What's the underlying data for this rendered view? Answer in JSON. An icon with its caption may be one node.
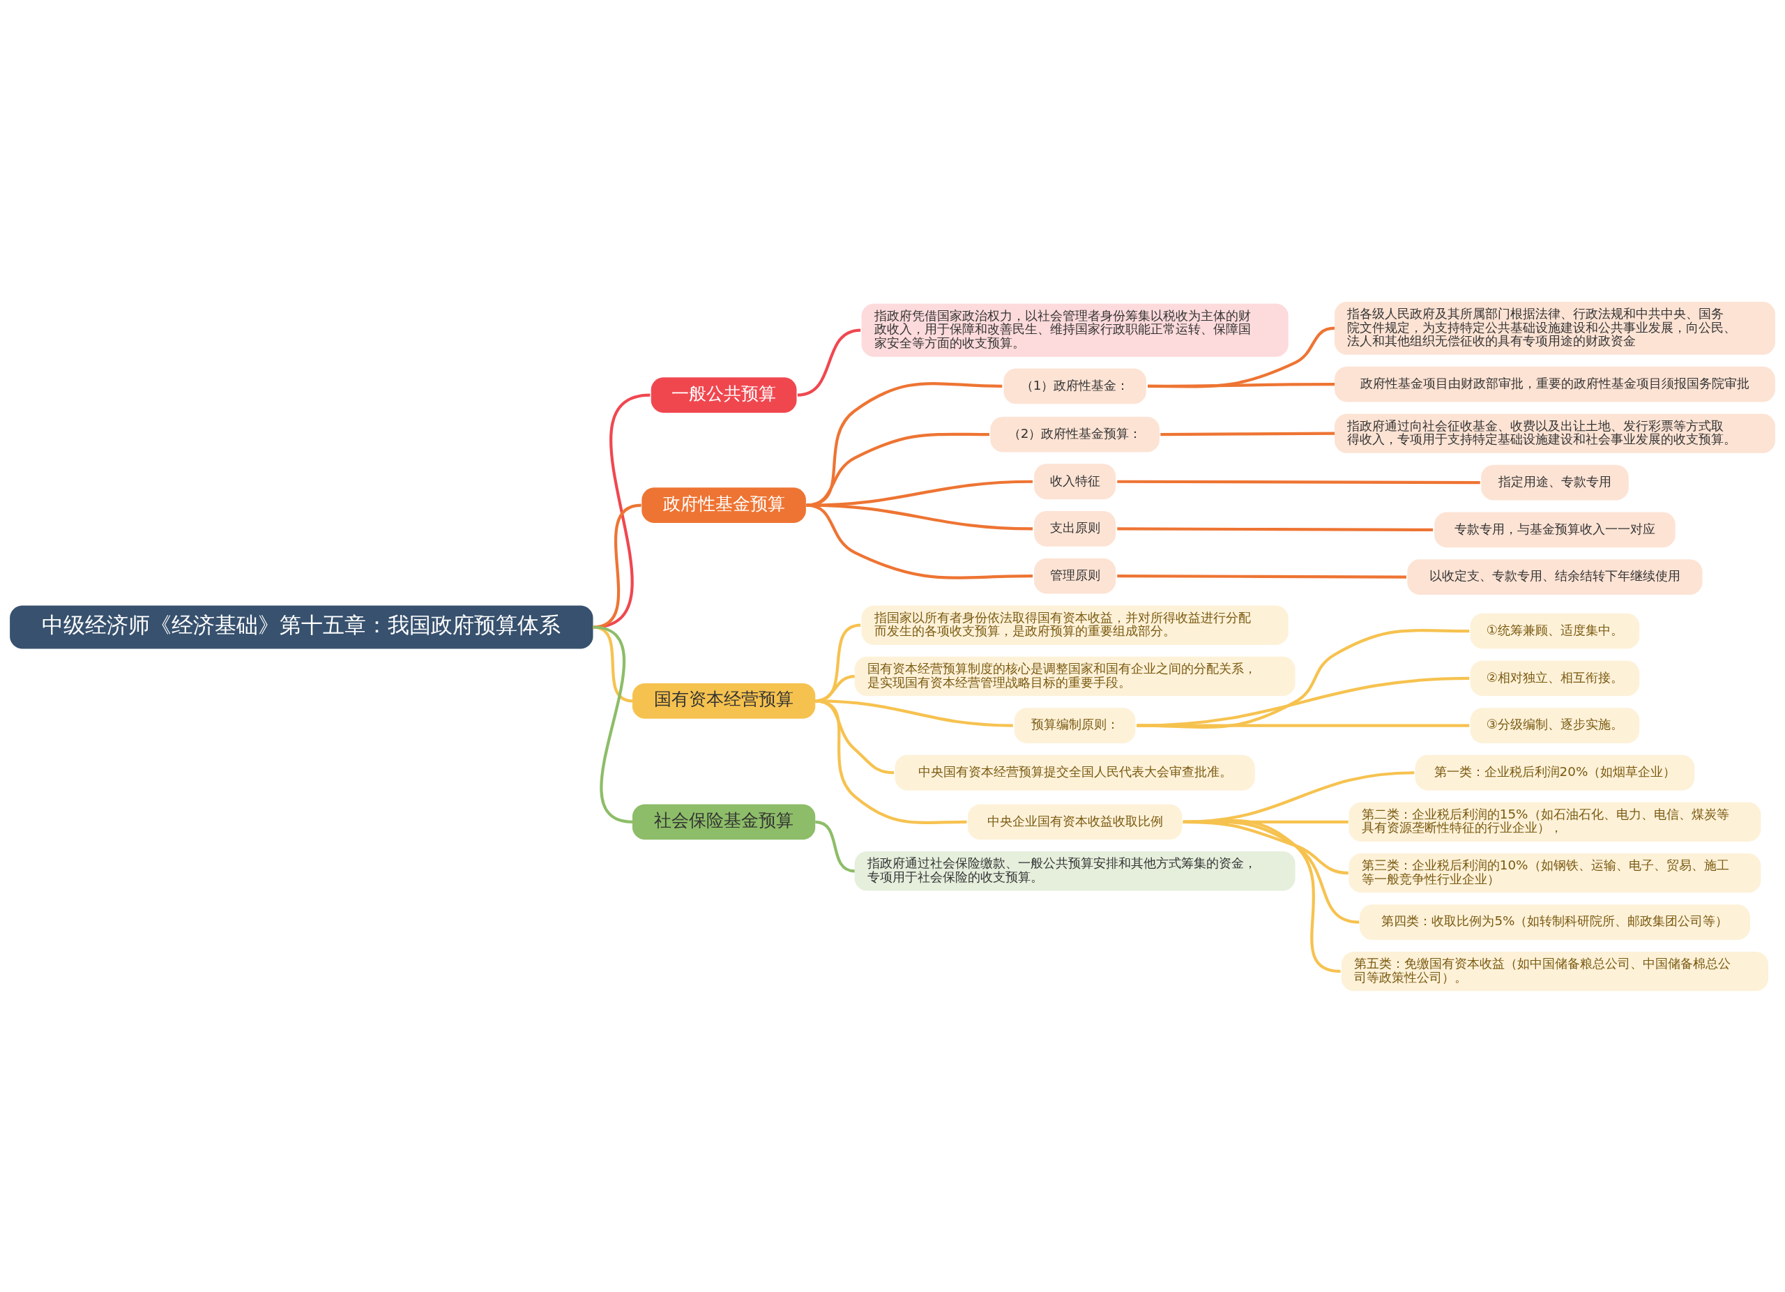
{
  "diagram": {
    "nodes": [
      {
        "text": [
          "中级经济师《经济基础》第十五章：我国政府预算体系"
        ]
      },
      {
        "text": [
          "一般公共预算"
        ]
      },
      {
        "text": [
          "指政府凭借国家政治权力，以社会管理者身份筹集以税收为主体的财政收入，用于保障和改善民生、维持国家行政职能正常运转、保障国家安全等方面的收支预算。"
        ]
      },
      {
        "text": [
          "政府性基金预算"
        ]
      },
      {
        "text": [
          "（1）政府性基金："
        ]
      },
      {
        "text": [
          "指各级人民政府及其所属部门根据法律、行政法规和中共中央、国务院文件规定，为支持特定公共基础设施建设和公共事业发展，向公民、法人和其他组织无偿征收的具有专项用途的财政资金"
        ]
      },
      {
        "text": [
          "政府性基金项目由财政部审批，重要的政府性基金项目须报国务院审批"
        ]
      },
      {
        "text": [
          "（2）政府性基金预算："
        ]
      },
      {
        "text": [
          "指政府通过向社会征收基金、收费以及出让土地、发行彩票等方式取得收入，专项用于支持特定基础设施建设和社会事业发展的收支预算。"
        ]
      },
      {
        "text": [
          "收入特征"
        ]
      },
      {
        "text": [
          "指定用途、专款专用"
        ]
      },
      {
        "text": [
          "支出原则"
        ]
      },
      {
        "text": [
          "专款专用，与基金预算收入一一对应"
        ]
      },
      {
        "text": [
          "管理原则"
        ]
      },
      {
        "text": [
          "以收定支、专款专用、结余结转下年继续使用"
        ]
      },
      {
        "text": [
          "国有资本经营预算"
        ]
      },
      {
        "text": [
          "指国家以所有者身份依法取得国有资本收益，并对所得收益进行分配而发生的各项收支预算，是政府预算的重要组成部分。"
        ]
      },
      {
        "text": [
          "国有资本经营预算制度的核心是调整国家和国有企业之间的分配关系，是实现国有资本经营管理战略目标的重要手段。"
        ]
      },
      {
        "text": [
          "预算编制原则："
        ]
      },
      {
        "text": [
          "①统筹兼顾、适度集中。"
        ]
      },
      {
        "text": [
          "②相对独立、相互衔接。"
        ]
      },
      {
        "text": [
          "③分级编制、逐步实施。"
        ]
      },
      {
        "text": [
          "中央国有资本经营预算提交全国人民代表大会审查批准。"
        ]
      },
      {
        "text": [
          "中央企业国有资本收益收取比例"
        ]
      },
      {
        "text": [
          "第一类：企业税后利润20%（如烟草企业）"
        ]
      },
      {
        "text": [
          "第二类：企业税后利润的15%（如石油石化、电力、电信、煤炭等具有资源垄断性特征的行业企业），"
        ]
      },
      {
        "text": [
          "第三类：企业税后利润的10%（如钢铁、运输、电子、贸易、施工等一般竞争性行业企业）"
        ]
      },
      {
        "text": [
          "第四类：收取比例为5%（如转制科研院所、邮政集团公司等）"
        ]
      },
      {
        "text": [
          "第五类：免缴国有资本收益（如中国储备粮总公司、中国储备棉总公司等政策性公司）。"
        ]
      },
      {
        "text": [
          "社会保险基金预算"
        ]
      },
      {
        "text": [
          "指政府通过社会保险缴款、一般公共预算安排和其他方式筹集的资金，专项用于社会保险的收支预算。"
        ]
      }
    ],
    "edges": [
      {
        "from": 0,
        "to": 1,
        "arrow": "none",
        "color": "#f0474f"
      },
      {
        "from": 1,
        "to": 2,
        "arrow": "none",
        "color": "#f0474f"
      },
      {
        "from": 0,
        "to": 3,
        "arrow": "none",
        "color": "#ee7433"
      },
      {
        "from": 3,
        "to": 4,
        "arrow": "none",
        "color": "#ee7433"
      },
      {
        "from": 4,
        "to": 5,
        "arrow": "none",
        "color": "#ee7433"
      },
      {
        "from": 4,
        "to": 6,
        "arrow": "none",
        "color": "#ee7433"
      },
      {
        "from": 3,
        "to": 7,
        "arrow": "none",
        "color": "#ee7433"
      },
      {
        "from": 7,
        "to": 8,
        "arrow": "none",
        "color": "#ee7433"
      },
      {
        "from": 3,
        "to": 9,
        "arrow": "none",
        "color": "#ee7433"
      },
      {
        "from": 9,
        "to": 10,
        "arrow": "none",
        "color": "#ee7433"
      },
      {
        "from": 3,
        "to": 11,
        "arrow": "none",
        "color": "#ee7433"
      },
      {
        "from": 11,
        "to": 12,
        "arrow": "none",
        "color": "#ee7433"
      },
      {
        "from": 3,
        "to": 13,
        "arrow": "none",
        "color": "#ee7433"
      },
      {
        "from": 13,
        "to": 14,
        "arrow": "none",
        "color": "#ee7433"
      },
      {
        "from": 0,
        "to": 15,
        "arrow": "none"
      },
      {
        "from": 15,
        "to": 16,
        "arrow": "none"
      },
      {
        "from": 15,
        "to": 17,
        "arrow": "none"
      },
      {
        "from": 15,
        "to": 18,
        "arrow": "none"
      },
      {
        "from": 18,
        "to": 19,
        "arrow": "none"
      },
      {
        "from": 18,
        "to": 20,
        "arrow": "none"
      },
      {
        "from": 18,
        "to": 21,
        "arrow": "none"
      },
      {
        "from": 15,
        "to": 22,
        "arrow": "none"
      },
      {
        "from": 15,
        "to": 23,
        "arrow": "none"
      },
      {
        "from": 23,
        "to": 24,
        "arrow": "none"
      },
      {
        "from": 23,
        "to": 25,
        "arrow": "none"
      },
      {
        "from": 23,
        "to": 26,
        "arrow": "none"
      },
      {
        "from": 23,
        "to": 27,
        "arrow": "none"
      },
      {
        "from": 23,
        "to": 28,
        "arrow": "none"
      },
      {
        "from": 0,
        "to": 29,
        "arrow": "none",
        "color": "#8dbd68"
      },
      {
        "from": 29,
        "to": 30,
        "arrow": "none",
        "color": "#8dbd68"
      }
    ]
  }
}
